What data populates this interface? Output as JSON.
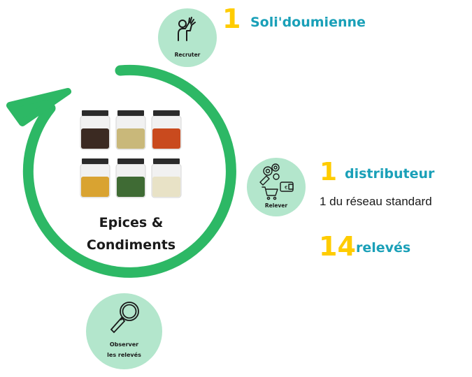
{
  "category": {
    "title_line1": "Epices &",
    "title_line2": "Condiments"
  },
  "steps": {
    "recruter": {
      "label": "Recruter",
      "icon": "raised-hand-icon"
    },
    "relever": {
      "label": "Relever",
      "icon": "cart-gears-icon"
    },
    "observer": {
      "label_line1": "Observer",
      "label_line2": "les relevés",
      "icon": "magnifier-icon"
    }
  },
  "stats": {
    "soli": {
      "number": "1",
      "label": "Soli'doumienne"
    },
    "distributeur": {
      "number": "1",
      "label": "distributeur",
      "detail": "1 du réseau standard"
    },
    "releves": {
      "number": "14",
      "label": "relevés"
    }
  },
  "colors": {
    "cycle_green": "#2db865",
    "step_circle": "#b3e6cc",
    "number_yellow": "#ffcc00",
    "label_teal": "#1aa0b8"
  },
  "jars": [
    {
      "name": "black-pepper-jar",
      "fill": "#3b2a22"
    },
    {
      "name": "bay-leaf-jar",
      "fill": "#c9b87a"
    },
    {
      "name": "paprika-jar",
      "fill": "#c94a1e"
    },
    {
      "name": "curry-jar",
      "fill": "#d9a331"
    },
    {
      "name": "herbs-jar",
      "fill": "#3f6b34"
    },
    {
      "name": "garlic-jar",
      "fill": "#e8e2c6"
    }
  ]
}
